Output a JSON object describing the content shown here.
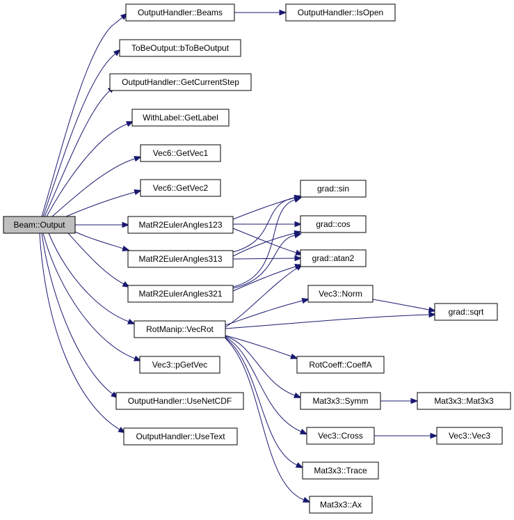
{
  "graph": {
    "colors": {
      "edge": "#191970",
      "root_fill": "#bfbfbf",
      "node_fill": "#ffffff",
      "border": "#000000"
    },
    "nodes": [
      {
        "id": "beam_output",
        "label": "Beam::Output",
        "root": true
      },
      {
        "id": "oh_beams",
        "label": "OutputHandler::Beams"
      },
      {
        "id": "oh_isopen",
        "label": "OutputHandler::IsOpen"
      },
      {
        "id": "tbo",
        "label": "ToBeOutput::bToBeOutput"
      },
      {
        "id": "oh_step",
        "label": "OutputHandler::GetCurrentStep"
      },
      {
        "id": "wl_label",
        "label": "WithLabel::GetLabel"
      },
      {
        "id": "v6_1",
        "label": "Vec6::GetVec1"
      },
      {
        "id": "v6_2",
        "label": "Vec6::GetVec2"
      },
      {
        "id": "mr123",
        "label": "MatR2EulerAngles123"
      },
      {
        "id": "mr313",
        "label": "MatR2EulerAngles313"
      },
      {
        "id": "mr321",
        "label": "MatR2EulerAngles321"
      },
      {
        "id": "g_sin",
        "label": "grad::sin"
      },
      {
        "id": "g_cos",
        "label": "grad::cos"
      },
      {
        "id": "g_atan2",
        "label": "grad::atan2"
      },
      {
        "id": "rm_vecrot",
        "label": "RotManip::VecRot"
      },
      {
        "id": "v3_norm",
        "label": "Vec3::Norm"
      },
      {
        "id": "g_sqrt",
        "label": "grad::sqrt"
      },
      {
        "id": "rc_coeffa",
        "label": "RotCoeff::CoeffA"
      },
      {
        "id": "m_symm",
        "label": "Mat3x3::Symm"
      },
      {
        "id": "m_mat3x3",
        "label": "Mat3x3::Mat3x3"
      },
      {
        "id": "v3_cross",
        "label": "Vec3::Cross"
      },
      {
        "id": "v3_vec3",
        "label": "Vec3::Vec3"
      },
      {
        "id": "m_trace",
        "label": "Mat3x3::Trace"
      },
      {
        "id": "m_ax",
        "label": "Mat3x3::Ax"
      },
      {
        "id": "v3_pget",
        "label": "Vec3::pGetVec"
      },
      {
        "id": "oh_netcdf",
        "label": "OutputHandler::UseNetCDF"
      },
      {
        "id": "oh_text",
        "label": "OutputHandler::UseText"
      }
    ],
    "edges": [
      {
        "from": "beam_output",
        "to": "oh_beams"
      },
      {
        "from": "oh_beams",
        "to": "oh_isopen"
      },
      {
        "from": "beam_output",
        "to": "tbo"
      },
      {
        "from": "beam_output",
        "to": "oh_step"
      },
      {
        "from": "beam_output",
        "to": "wl_label"
      },
      {
        "from": "beam_output",
        "to": "v6_1"
      },
      {
        "from": "beam_output",
        "to": "v6_2"
      },
      {
        "from": "beam_output",
        "to": "mr123"
      },
      {
        "from": "beam_output",
        "to": "mr313"
      },
      {
        "from": "beam_output",
        "to": "mr321"
      },
      {
        "from": "beam_output",
        "to": "rm_vecrot"
      },
      {
        "from": "beam_output",
        "to": "v3_pget"
      },
      {
        "from": "beam_output",
        "to": "oh_netcdf"
      },
      {
        "from": "beam_output",
        "to": "oh_text"
      },
      {
        "from": "mr123",
        "to": "g_sin"
      },
      {
        "from": "mr123",
        "to": "g_cos"
      },
      {
        "from": "mr123",
        "to": "g_atan2"
      },
      {
        "from": "mr313",
        "to": "g_sin"
      },
      {
        "from": "mr313",
        "to": "g_cos"
      },
      {
        "from": "mr313",
        "to": "g_atan2"
      },
      {
        "from": "mr321",
        "to": "g_sin"
      },
      {
        "from": "mr321",
        "to": "g_cos"
      },
      {
        "from": "mr321",
        "to": "g_atan2"
      },
      {
        "from": "rm_vecrot",
        "to": "g_atan2"
      },
      {
        "from": "rm_vecrot",
        "to": "v3_norm"
      },
      {
        "from": "rm_vecrot",
        "to": "g_sqrt"
      },
      {
        "from": "v3_norm",
        "to": "g_sqrt"
      },
      {
        "from": "rm_vecrot",
        "to": "rc_coeffa"
      },
      {
        "from": "rm_vecrot",
        "to": "m_symm"
      },
      {
        "from": "m_symm",
        "to": "m_mat3x3"
      },
      {
        "from": "rm_vecrot",
        "to": "v3_cross"
      },
      {
        "from": "v3_cross",
        "to": "v3_vec3"
      },
      {
        "from": "rm_vecrot",
        "to": "m_trace"
      },
      {
        "from": "rm_vecrot",
        "to": "m_ax"
      }
    ]
  }
}
